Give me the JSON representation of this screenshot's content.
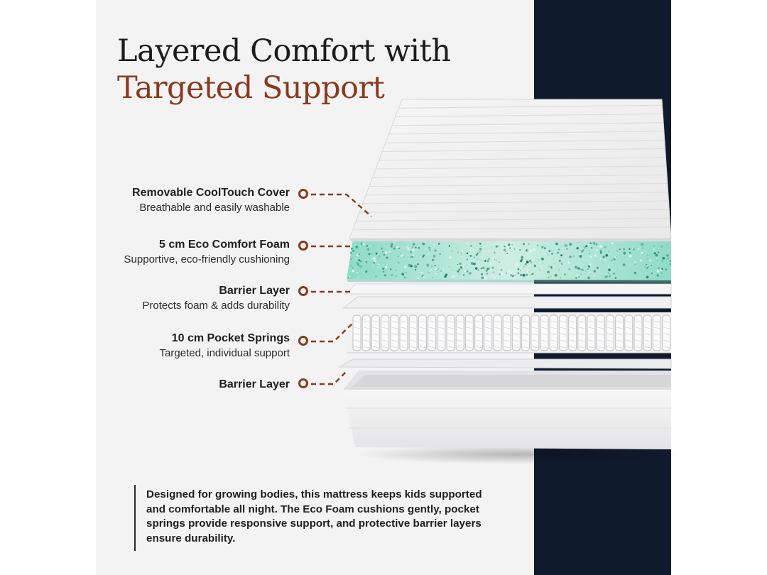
{
  "title": {
    "line1": "Layered Comfort with",
    "line2": "Targeted Support"
  },
  "layers": [
    {
      "heading": "Removable CoolTouch Cover",
      "sub": "Breathable and easily washable"
    },
    {
      "heading": "5 cm Eco Comfort Foam",
      "sub": "Supportive, eco-friendly cushioning"
    },
    {
      "heading": "Barrier Layer",
      "sub": "Protects foam & adds durability"
    },
    {
      "heading": "10 cm Pocket Springs",
      "sub": "Targeted, individual support"
    },
    {
      "heading": "Barrier Layer",
      "sub": ""
    }
  ],
  "description": "Designed for growing bodies, this mattress keeps kids supported and comfortable all night. The Eco Foam cushions gently, pocket springs provide responsive support, and protective barrier layers ensure durability.",
  "colors": {
    "accent": "#8a3a1d",
    "navy": "#0f1b2d",
    "panel": "#f3f3f4",
    "foam": "#7fd6bf"
  }
}
